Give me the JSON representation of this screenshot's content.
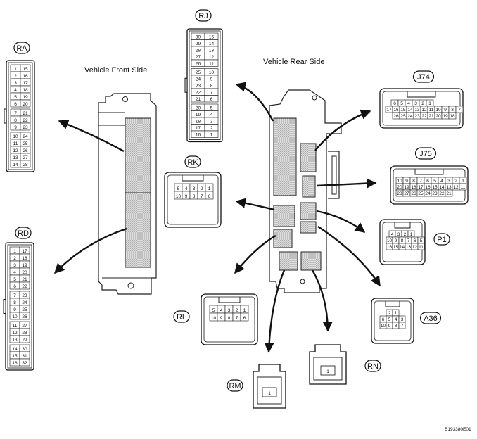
{
  "labels": {
    "front": "Vehicle Front Side",
    "rear": "Vehicle Rear Side",
    "figure_id": "B193380E01"
  },
  "connectors": {
    "RA": {
      "name": "RA",
      "pins": [
        [
          "1",
          "15"
        ],
        [
          "2",
          "16"
        ],
        [
          "3",
          "17"
        ],
        [
          "4",
          "18"
        ],
        [
          "5",
          "19"
        ],
        [
          "6",
          "20"
        ],
        [
          "7",
          "21"
        ],
        [
          "8",
          "22"
        ],
        [
          "9",
          "23"
        ],
        [
          "10",
          "24"
        ],
        [
          "11",
          "25"
        ],
        [
          "12",
          "26"
        ],
        [
          "13",
          "27"
        ],
        [
          "14",
          "28"
        ]
      ]
    },
    "RD": {
      "name": "RD",
      "pins": [
        [
          "1",
          "17"
        ],
        [
          "2",
          "18"
        ],
        [
          "3",
          "19"
        ],
        [
          "4",
          "20"
        ],
        [
          "5",
          "21"
        ],
        [
          "6",
          "22"
        ],
        [
          "7",
          "23"
        ],
        [
          "8",
          "24"
        ],
        [
          "9",
          "25"
        ],
        [
          "10",
          "26"
        ],
        [
          "11",
          "27"
        ],
        [
          "12",
          "28"
        ],
        [
          "13",
          "29"
        ],
        [
          "14",
          "30"
        ],
        [
          "15",
          "31"
        ],
        [
          "16",
          "32"
        ]
      ]
    },
    "RJ": {
      "name": "RJ",
      "pins": [
        [
          "30",
          "15"
        ],
        [
          "29",
          "14"
        ],
        [
          "28",
          "13"
        ],
        [
          "27",
          "12"
        ],
        [
          "26",
          "11"
        ],
        [
          "25",
          "10"
        ],
        [
          "24",
          "9"
        ],
        [
          "23",
          "8"
        ],
        [
          "22",
          "7"
        ],
        [
          "21",
          "6"
        ],
        [
          "20",
          "5"
        ],
        [
          "19",
          "4"
        ],
        [
          "18",
          "3"
        ],
        [
          "17",
          "2"
        ],
        [
          "16",
          "1"
        ]
      ]
    },
    "RK": {
      "name": "RK",
      "row1": [
        "5",
        "4",
        "3",
        "2",
        "1"
      ],
      "row2": [
        "10",
        "9",
        "8",
        "7",
        "6"
      ]
    },
    "RL": {
      "name": "RL",
      "row1": [
        "5",
        "4",
        "3",
        "2",
        "1"
      ],
      "row2": [
        "10",
        "9",
        "8",
        "7",
        "6"
      ]
    },
    "RM": {
      "name": "RM",
      "pin": "1"
    },
    "RN": {
      "name": "RN",
      "pin": "1"
    },
    "J74": {
      "name": "J74",
      "row1": [
        "6",
        "5",
        "4",
        "3",
        "2",
        "1"
      ],
      "row2": [
        "17",
        "16",
        "15",
        "14",
        "13",
        "12",
        "11",
        "10",
        "9",
        "8",
        "7"
      ],
      "row3": [
        "26",
        "25",
        "24",
        "23",
        "22",
        "21",
        "20",
        "19",
        "18"
      ]
    },
    "J75": {
      "name": "J75",
      "row1": [
        "10",
        "9",
        "8",
        "7",
        "6",
        "5",
        "4",
        "3",
        "2",
        "1"
      ],
      "row2": [
        "20",
        "19",
        "18",
        "17",
        "16",
        "15",
        "14",
        "13",
        "12",
        "11"
      ],
      "row3": [
        "28",
        "27",
        "26",
        "25",
        "24",
        "23",
        "22",
        "21"
      ]
    },
    "P1": {
      "name": "P1",
      "row1": [
        "4",
        "3",
        "2",
        "1"
      ],
      "row2": [
        "10",
        "9",
        "8",
        "7",
        "6",
        "5"
      ],
      "row3": [
        "16",
        "15",
        "14",
        "13",
        "12",
        "11"
      ]
    },
    "A36": {
      "name": "A36",
      "row1": [
        "2",
        "1"
      ],
      "row2": [
        "6",
        "5",
        "4",
        "3"
      ],
      "row3": [
        "10",
        "9",
        "8",
        "7"
      ]
    }
  }
}
